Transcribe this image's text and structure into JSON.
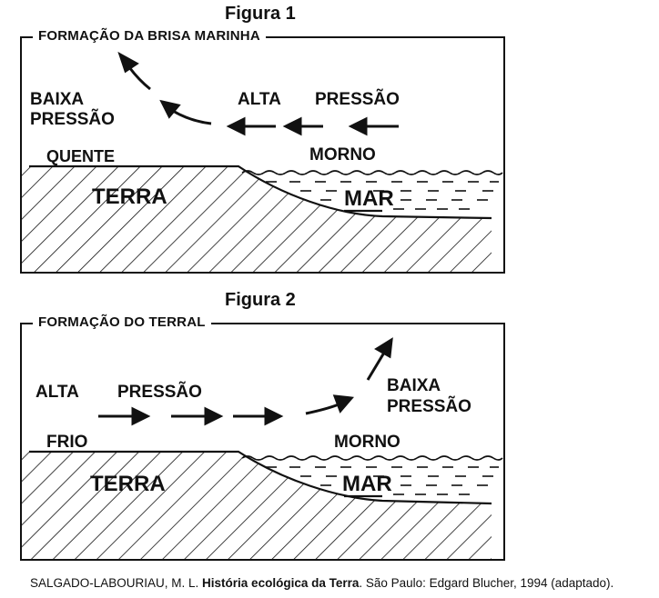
{
  "figure1": {
    "title": "Figura 1",
    "frame_label": "FORMAÇÃO DA BRISA MARINHA",
    "low_pressure_line1": "BAIXA",
    "low_pressure_line2": "PRESSÃO",
    "high_pressure_word1": "ALTA",
    "high_pressure_word2": "PRESSÃO",
    "land_temp": "QUENTE",
    "sea_temp": "MORNO",
    "land": "TERRA",
    "sea": "MAR"
  },
  "figure2": {
    "title": "Figura 2",
    "frame_label": "FORMAÇÃO DO  TERRAL",
    "high_pressure_word1": "ALTA",
    "high_pressure_word2": "PRESSÃO",
    "low_pressure_line1": "BAIXA",
    "low_pressure_line2": "PRESSÃO",
    "land_temp": "FRIO",
    "sea_temp": "MORNO",
    "land": "TERRA",
    "sea": "MAR"
  },
  "caption": {
    "prefix": "SALGADO-LABOURIAU, M. L. ",
    "title": "História ecológica da Terra",
    "suffix": ". São Paulo: Edgard Blucher, 1994 (adaptado)."
  }
}
